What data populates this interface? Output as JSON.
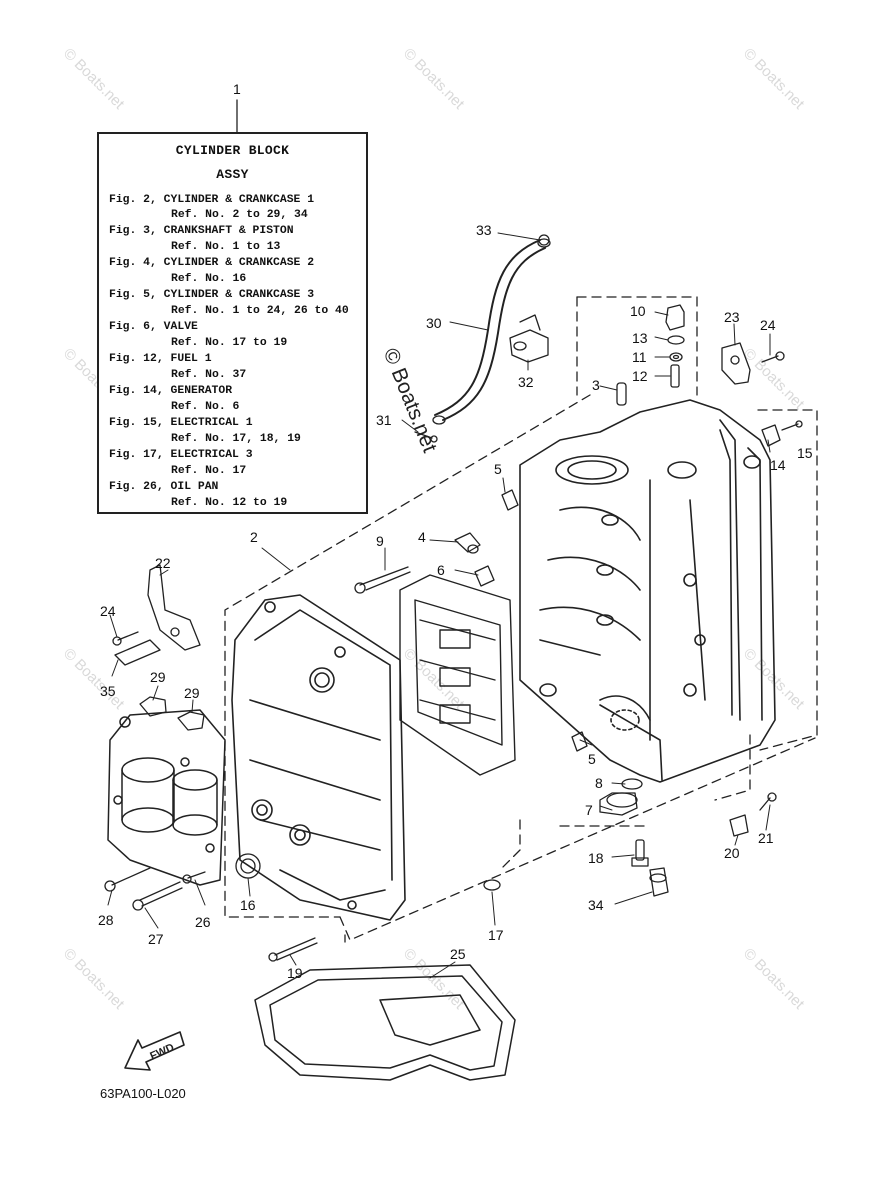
{
  "legend": {
    "title_line1": "CYLINDER BLOCK",
    "title_line2": "ASSY",
    "entries": [
      "Fig. 2, CYLINDER & CRANKCASE 1",
      "Ref. No. 2 to 29, 34",
      "Fig. 3, CRANKSHAFT & PISTON",
      "Ref. No. 1 to 13",
      "Fig. 4, CYLINDER & CRANKCASE 2",
      "Ref. No. 16",
      "Fig. 5, CYLINDER & CRANKCASE 3",
      "Ref. No. 1 to 24, 26 to 40",
      "Fig. 6, VALVE",
      "Ref. No. 17 to 19",
      "Fig. 12, FUEL 1",
      "Ref. No. 37",
      "Fig. 14, GENERATOR",
      "Ref. No. 6",
      "Fig. 15, ELECTRICAL 1",
      "Ref. No. 17, 18, 19",
      "Fig. 17, ELECTRICAL 3",
      "Ref. No. 17",
      "Fig. 26, OIL PAN",
      "Ref. No. 12 to 19"
    ]
  },
  "callouts": {
    "c1": "1",
    "c2": "2",
    "c3": "3",
    "c4": "4",
    "c5a": "5",
    "c5b": "5",
    "c6": "6",
    "c7": "7",
    "c8": "8",
    "c9": "9",
    "c10": "10",
    "c11": "11",
    "c12": "12",
    "c13": "13",
    "c14": "14",
    "c15": "15",
    "c16": "16",
    "c17": "17",
    "c18": "18",
    "c19": "19",
    "c20": "20",
    "c21": "21",
    "c22": "22",
    "c23": "23",
    "c24a": "24",
    "c24b": "24",
    "c25": "25",
    "c26": "26",
    "c27": "27",
    "c28": "28",
    "c29a": "29",
    "c29b": "29",
    "c30": "30",
    "c31": "31",
    "c32": "32",
    "c33": "33",
    "c34": "34",
    "c35": "35"
  },
  "fwd_label": "FWD",
  "diagram_code": "63PA100-L020",
  "watermark": {
    "center": "© Boats.net",
    "tiles": [
      "© Boats.net",
      "© Boats.net",
      "© Boats.net",
      "© Boats.net",
      "© Boats.net",
      "© Boats.net",
      "© Boats.net",
      "© Boats.net",
      "© Boats.net",
      "© Boats.net",
      "© Boats.net",
      "© Boats.net"
    ]
  }
}
